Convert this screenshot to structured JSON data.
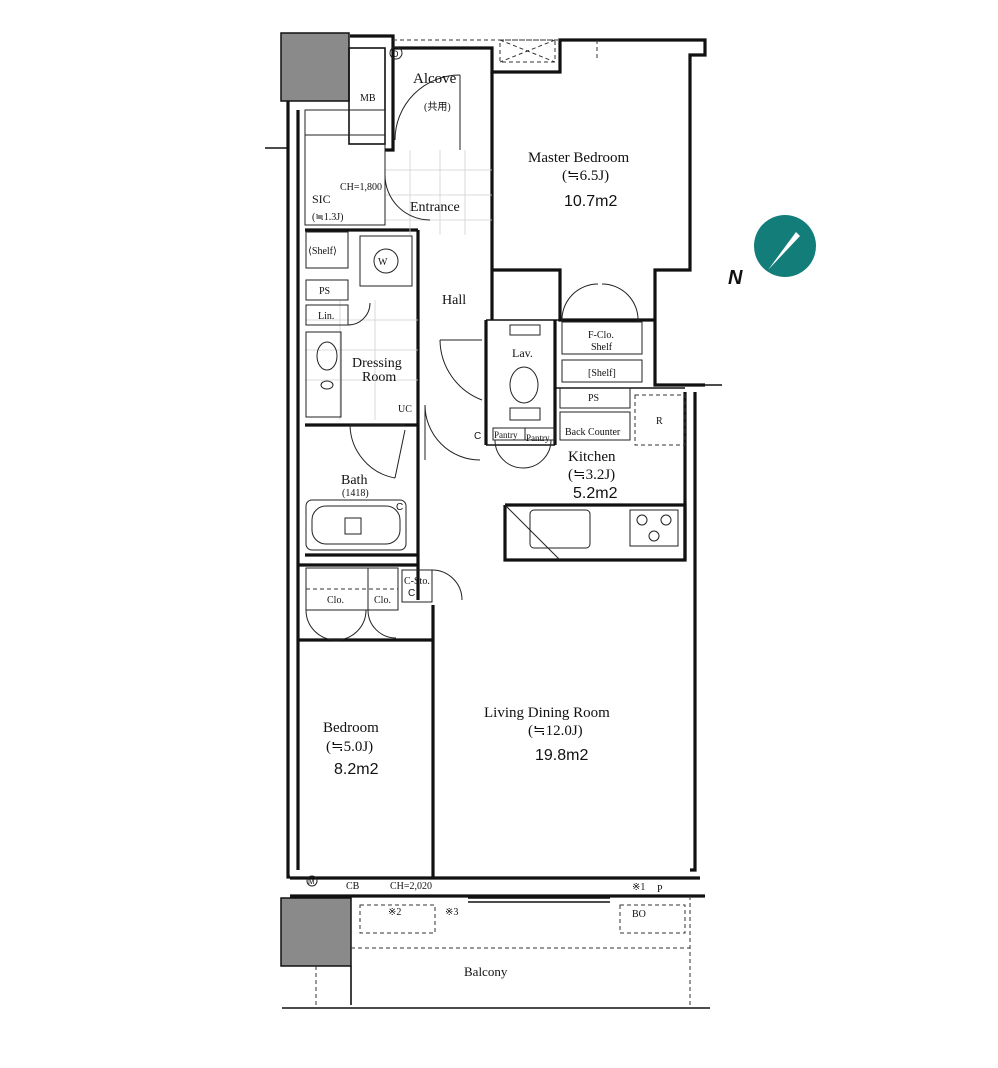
{
  "rooms": {
    "alcove": "Alcove",
    "alcove_sub": "(共用)",
    "master_bedroom": "Master Bedroom",
    "master_bedroom_j": "(≒6.5J)",
    "master_bedroom_area": "10.7m2",
    "sic": "SIC",
    "sic_j": "(≒1.3J)",
    "ch_1800": "CH=1,800",
    "entrance": "Entrance",
    "shelf_paren": "⟨Shelf⟩",
    "w": "W",
    "ps": "PS",
    "hall": "Hall",
    "lin": "Lin.",
    "dressing_room_1": "Dressing",
    "dressing_room_2": "Room",
    "uc": "UC",
    "lav": "Lav.",
    "fclo": "F-Clo.",
    "fclo_shelf": "Shelf",
    "shelf_bracket": "[Shelf]",
    "ps2": "PS",
    "r": "R",
    "pantry1": "Pantry",
    "pantry2": "Pantry",
    "back_counter": "Back Counter",
    "kitchen": "Kitchen",
    "kitchen_j": "(≒3.2J)",
    "kitchen_area": "5.2m2",
    "bath": "Bath",
    "bath_size": "(1418)",
    "c_sto": "C-Sto.",
    "clo1": "Clo.",
    "clo2": "Clo.",
    "bedroom": "Bedroom",
    "bedroom_j": "(≒5.0J)",
    "bedroom_area": "8.2m2",
    "living": "Living Dining Room",
    "living_j": "(≒12.0J)",
    "living_area": "19.8m2",
    "balcony": "Balcony",
    "mb": "MB",
    "cb": "CB",
    "ch_2020": "CH=2,020",
    "note1": "※1",
    "note2": "※2",
    "note3": "※3",
    "p": "P",
    "bo": "BO",
    "north": "N"
  },
  "markers": {
    "d": "D",
    "m": "M",
    "c1": "C",
    "c2": "C",
    "c3": "C"
  },
  "colors": {
    "compass": "#137d7a",
    "wall": "#111111",
    "hatch": "#8a8a8a"
  }
}
